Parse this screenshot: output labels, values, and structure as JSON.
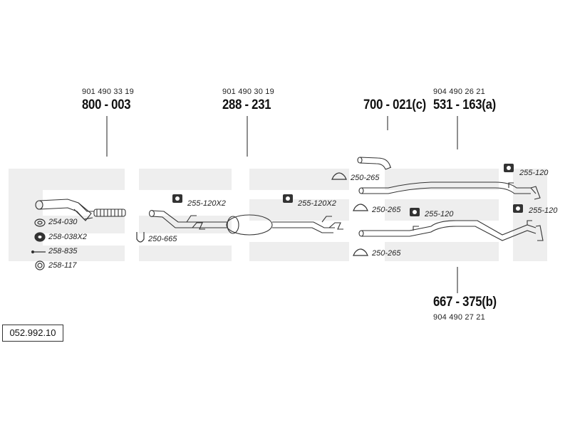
{
  "catalog_number": "052.992.10",
  "assemblies": [
    {
      "oem": "901 490 33 19",
      "part": "800 - 003"
    },
    {
      "oem": "901 490 30 19",
      "part": "288 - 231"
    },
    {
      "oem": "",
      "part": "700 - 021(c)"
    },
    {
      "oem": "904 490 26 21",
      "part": "531 - 163(a)"
    },
    {
      "oem": "904 490 27 21",
      "part": "667 - 375(b)"
    }
  ],
  "accessories": [
    {
      "code": "254-030",
      "icon": "gasket-ring-icon"
    },
    {
      "code": "258-038X2",
      "icon": "rubber-mount-icon"
    },
    {
      "code": "258-835",
      "icon": "bolt-icon"
    },
    {
      "code": "258-117",
      "icon": "washer-ring-icon"
    },
    {
      "code": "250-665",
      "icon": "u-bolt-icon"
    },
    {
      "code": "255-120X2",
      "icon": "hanger-bracket-icon"
    },
    {
      "code": "255-120X2",
      "icon": "hanger-bracket-icon"
    },
    {
      "code": "250-265",
      "icon": "clamp-icon"
    },
    {
      "code": "250-265",
      "icon": "clamp-icon"
    },
    {
      "code": "250-265",
      "icon": "clamp-icon"
    },
    {
      "code": "255-120",
      "icon": "hanger-bracket-icon"
    },
    {
      "code": "255-120",
      "icon": "hanger-bracket-icon"
    },
    {
      "code": "255-120",
      "icon": "hanger-bracket-icon"
    }
  ]
}
